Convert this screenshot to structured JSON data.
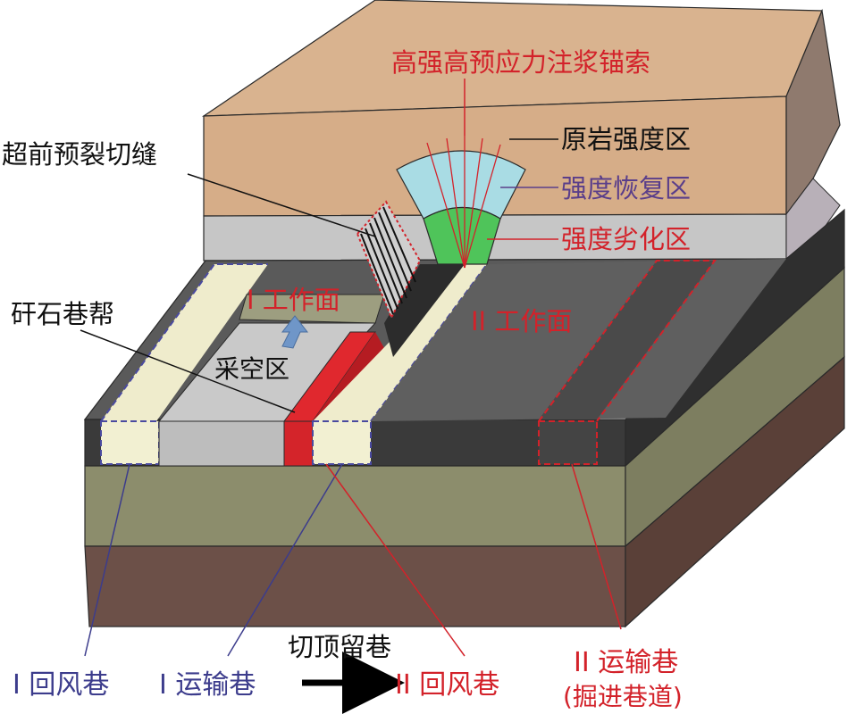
{
  "labels": {
    "anchor_cable": "高强高预应力注浆锚索",
    "presplit_cut": "超前预裂切缝",
    "original_zone": "原岩强度区",
    "recovery_zone": "强度恢复区",
    "weakening_zone": "强度劣化区",
    "gangue_wall": "矸石巷帮",
    "face_I": "I 工作面",
    "face_II": "II 工作面",
    "goaf": "采空区",
    "return_I": "I 回风巷",
    "haulage_I": "I 运输巷",
    "transition": "切顶留巷",
    "return_II": "II 回风巷",
    "haulage_II": "II 运输巷",
    "haulage_II_note": "(掘进巷道)"
  },
  "colors": {
    "sandstone": "#d8b08c",
    "sandstone_dark": "#9c7d68",
    "gray_layer": "#c4c4c4",
    "coal": "#555555",
    "coal_dark": "#333333",
    "floor_olive": "#8e8f6e",
    "floor_brown": "#6b5048",
    "red_label": "#d3222a",
    "blue_label": "#3c3c8c",
    "purple_label": "#5a3e8a",
    "recovery_cyan": "#a8dde4",
    "weakening_green": "#4fc45a",
    "gangue_red": "#d8262c",
    "roadway_cream": "#f2f0cf"
  }
}
